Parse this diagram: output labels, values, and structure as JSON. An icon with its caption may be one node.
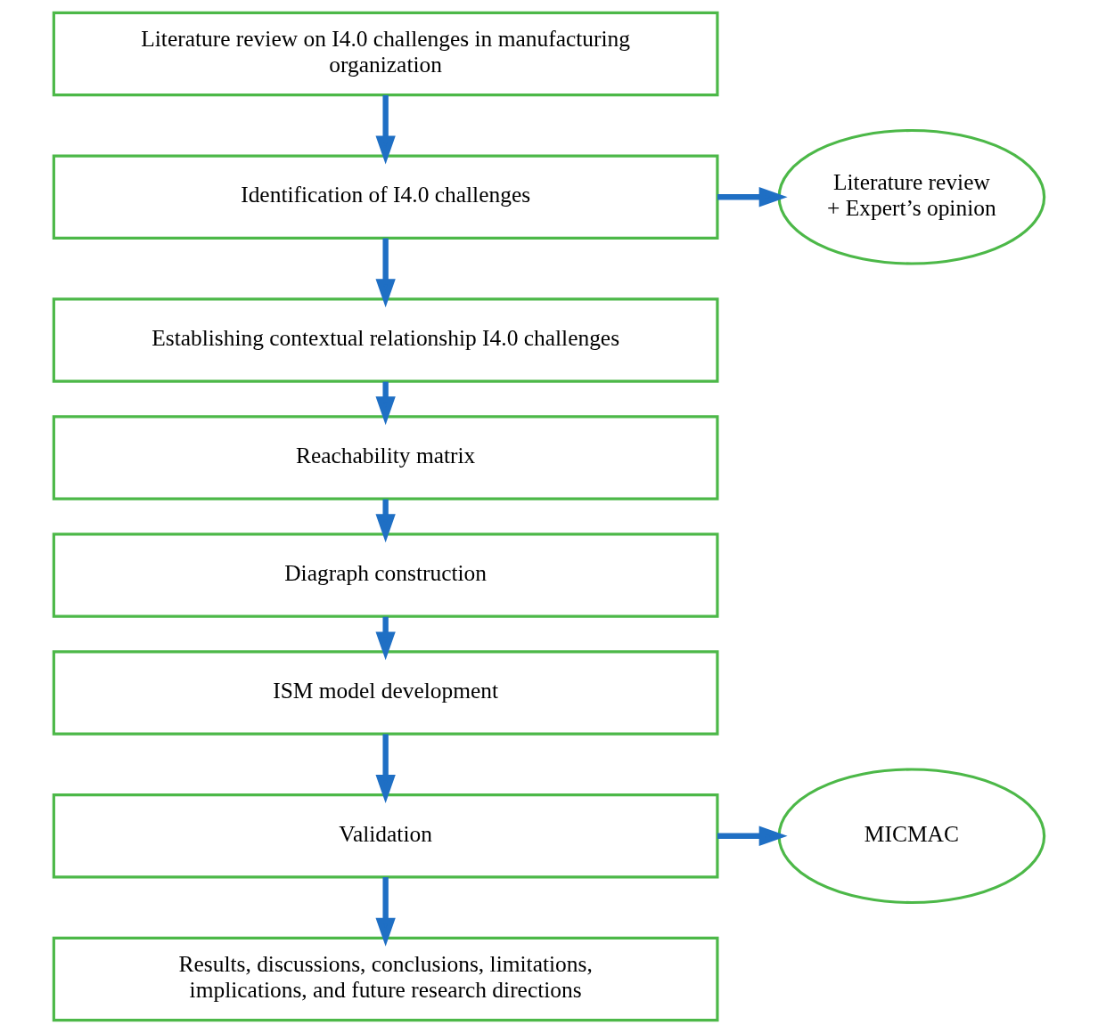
{
  "diagram": {
    "nodes": [
      {
        "text": [
          "Literature review on I4.0 challenges in manufacturing organization"
        ]
      },
      {
        "text": [
          "Identification of I4.0 challenges"
        ]
      },
      {
        "text": [
          "Establishing contextual relationship I4.0 challenges"
        ]
      },
      {
        "text": [
          "Reachability matrix"
        ]
      },
      {
        "text": [
          "Diagraph construction"
        ]
      },
      {
        "text": [
          "ISM model development"
        ]
      },
      {
        "text": [
          "Validation"
        ]
      },
      {
        "text": [
          "Literature review + Expert’s opinion"
        ]
      },
      {
        "text": [
          "MICMAC"
        ]
      },
      {
        "text": [
          "Results, discussions, conclusions, limitations, implications, and future research directions"
        ]
      }
    ],
    "edges": [
      {
        "from": 0,
        "to": 1,
        "arrow": "to"
      },
      {
        "from": 1,
        "to": 2,
        "arrow": "to"
      },
      {
        "from": 2,
        "to": 3,
        "arrow": "to"
      },
      {
        "from": 3,
        "to": 4,
        "arrow": "to"
      },
      {
        "from": 4,
        "to": 5,
        "arrow": "to"
      },
      {
        "from": 5,
        "to": 6,
        "arrow": "to"
      },
      {
        "from": 1,
        "to": 7,
        "arrow": "to"
      },
      {
        "from": 6,
        "to": 8,
        "arrow": "to"
      },
      {
        "from": 6,
        "to": 9,
        "arrow": "to"
      }
    ]
  }
}
